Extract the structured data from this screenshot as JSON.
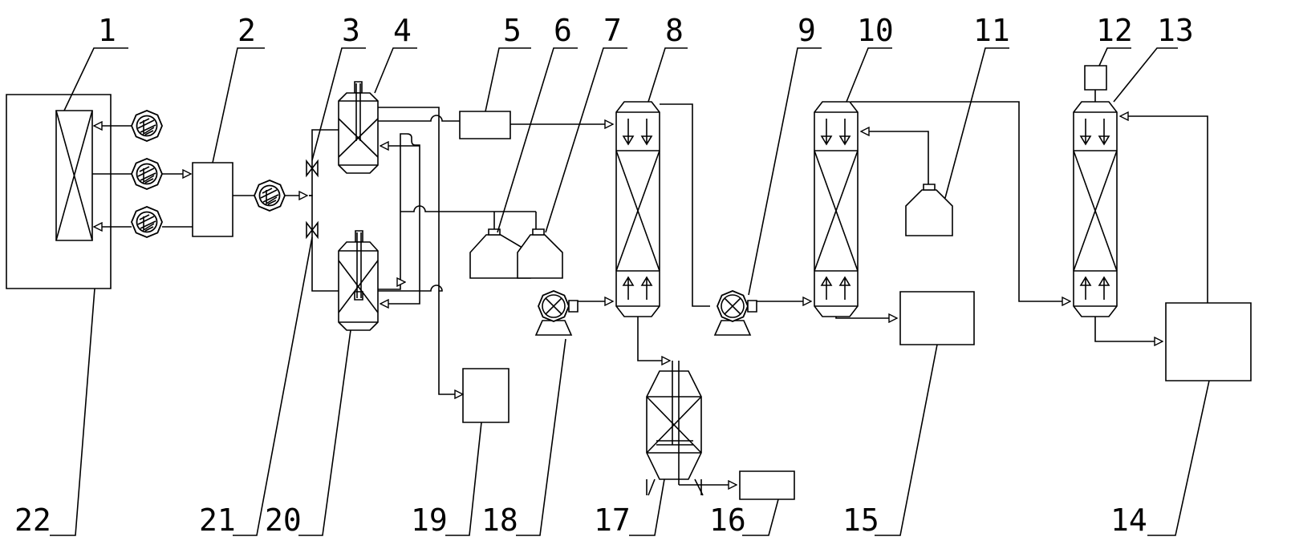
{
  "diagram": {
    "labels": {
      "n1": "1",
      "n2": "2",
      "n3": "3",
      "n4": "4",
      "n5": "5",
      "n6": "6",
      "n7": "7",
      "n8": "8",
      "n9": "9",
      "n10": "10",
      "n11": "11",
      "n12": "12",
      "n13": "13",
      "n14": "14",
      "n15": "15",
      "n16": "16",
      "n17": "17",
      "n18": "18",
      "n19": "19",
      "n20": "20",
      "n21": "21",
      "n22": "22"
    },
    "colors": {
      "stroke": "#000000",
      "background": "#ffffff"
    }
  }
}
